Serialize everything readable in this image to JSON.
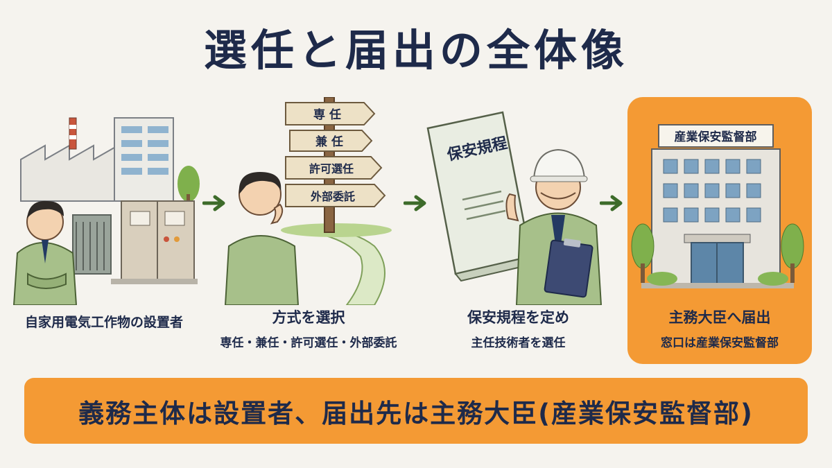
{
  "title": "選任と届出の全体像",
  "steps": [
    {
      "caption": "自家用電気工作物の設置者",
      "sub": ""
    },
    {
      "caption": "方式を選択",
      "sub": "専任・兼任・許可選任・外部委託",
      "signs": [
        "専 任",
        "兼 任",
        "許可選任",
        "外部委託"
      ]
    },
    {
      "caption": "保安規程を定め",
      "sub": "主任技術者を選任",
      "book_title": "保安規程"
    },
    {
      "caption": "主務大臣へ届出",
      "sub": "窓口は産業保安監督部",
      "building_sign": "産業保安監督部"
    }
  ],
  "banner": "義務主体は設置者、届出先は主務大臣(産業保安監督部)",
  "colors": {
    "accent": "#f49a34",
    "arrow": "#3d6b2a",
    "navy": "#1e2a4a",
    "background": "#f5f3ee"
  }
}
